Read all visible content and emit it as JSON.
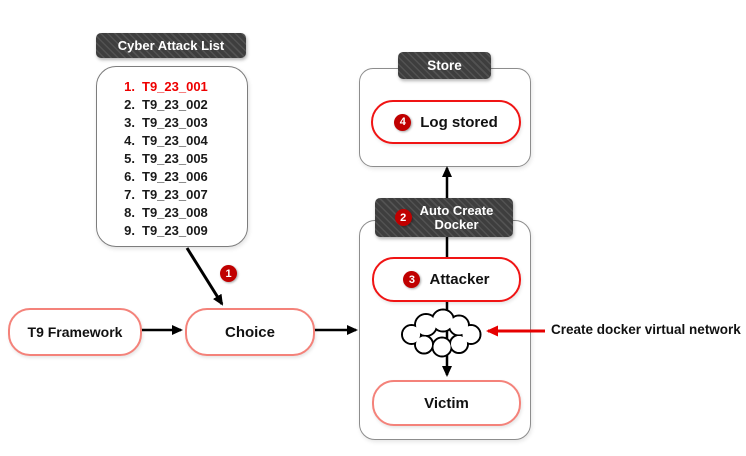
{
  "attack_list": {
    "header": "Cyber Attack List",
    "items": [
      {
        "num": "1.",
        "label": "T9_23_001"
      },
      {
        "num": "2.",
        "label": "T9_23_002"
      },
      {
        "num": "3.",
        "label": "T9_23_003"
      },
      {
        "num": "4.",
        "label": "T9_23_004"
      },
      {
        "num": "5.",
        "label": "T9_23_005"
      },
      {
        "num": "6.",
        "label": "T9_23_006"
      },
      {
        "num": "7.",
        "label": "T9_23_007"
      },
      {
        "num": "8.",
        "label": "T9_23_008"
      },
      {
        "num": "9.",
        "label": "T9_23_009"
      }
    ]
  },
  "store": {
    "header": "Store",
    "log_stored": {
      "badge": "4",
      "label": "Log stored"
    }
  },
  "docker": {
    "badge": "2",
    "header_line1": "Auto Create",
    "header_line2": "Docker",
    "attacker": {
      "badge": "3",
      "label": "Attacker"
    },
    "victim": {
      "label": "Victim"
    }
  },
  "flow": {
    "t9_framework": "T9 Framework",
    "choice": "Choice",
    "step_badge": "1"
  },
  "annotation": {
    "label": "Create docker virtual network"
  },
  "colors": {
    "header_bg": "#3e3e3e",
    "badge_red": "#c00000",
    "node_border_red": "#f01414",
    "node_border_salmon": "#f4827a",
    "highlight_text": "#ee0000",
    "arrow_black": "#000000",
    "arrow_red": "#e60000"
  }
}
